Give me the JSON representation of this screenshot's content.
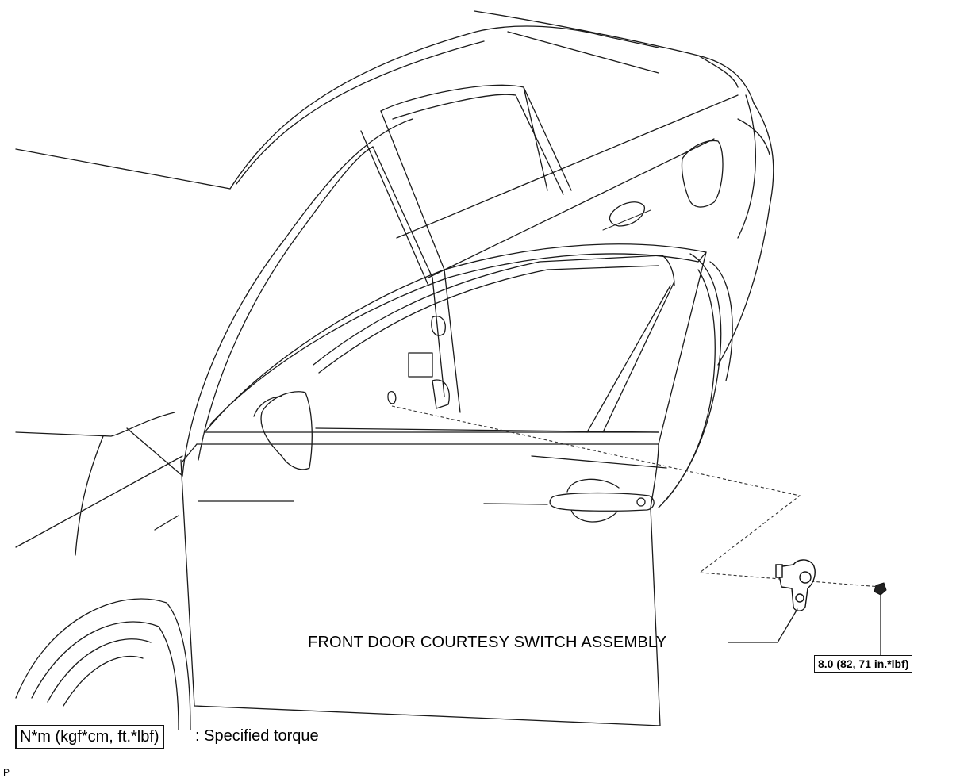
{
  "diagram": {
    "part_label": "FRONT DOOR COURTESY SWITCH ASSEMBLY",
    "torque_value": "8.0 (82, 71 in.*lbf)",
    "legend": {
      "unit_box": "N*m (kgf*cm, ft.*lbf)",
      "description": ": Specified torque"
    },
    "corner_mark": "P"
  }
}
